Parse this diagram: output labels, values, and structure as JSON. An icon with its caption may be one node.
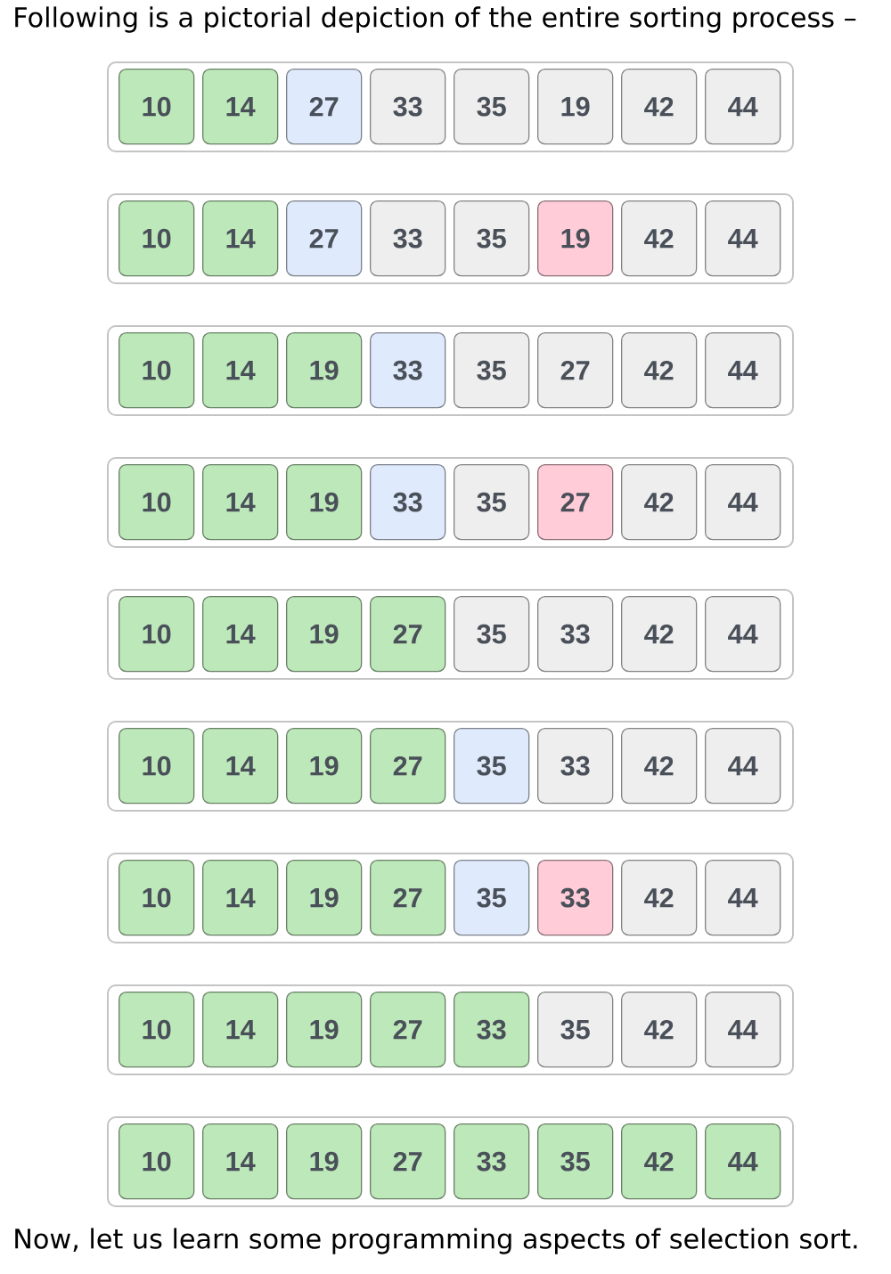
{
  "diagram": {
    "title": "Following is a pictorial depiction of the entire sorting process –",
    "caption": "Now, let us learn some programming aspects of selection sort.",
    "nodes": [
      {
        "text": [],
        "shape": "box"
      },
      {
        "text": [
          "10"
        ],
        "in": 0
      },
      {
        "text": [
          "14"
        ],
        "in": 0
      },
      {
        "text": [
          "27"
        ],
        "in": 0
      },
      {
        "text": [
          "33"
        ],
        "in": 0
      },
      {
        "text": [
          "35"
        ],
        "in": 0
      },
      {
        "text": [
          "19"
        ],
        "in": 0
      },
      {
        "text": [
          "42"
        ],
        "in": 0
      },
      {
        "text": [
          "44"
        ],
        "in": 0
      },
      {
        "text": [],
        "shape": "box"
      },
      {
        "text": [
          "10"
        ],
        "in": 9
      },
      {
        "text": [
          "14"
        ],
        "in": 9
      },
      {
        "text": [
          "27"
        ],
        "in": 9
      },
      {
        "text": [
          "33"
        ],
        "in": 9
      },
      {
        "text": [
          "35"
        ],
        "in": 9
      },
      {
        "text": [
          "19"
        ],
        "in": 9
      },
      {
        "text": [
          "42"
        ],
        "in": 9
      },
      {
        "text": [
          "44"
        ],
        "in": 9
      },
      {
        "text": [],
        "shape": "box"
      },
      {
        "text": [
          "10"
        ],
        "in": 18
      },
      {
        "text": [
          "14"
        ],
        "in": 18
      },
      {
        "text": [
          "19"
        ],
        "in": 18
      },
      {
        "text": [
          "33"
        ],
        "in": 18
      },
      {
        "text": [
          "35"
        ],
        "in": 18
      },
      {
        "text": [
          "27"
        ],
        "in": 18
      },
      {
        "text": [
          "42"
        ],
        "in": 18
      },
      {
        "text": [
          "44"
        ],
        "in": 18
      },
      {
        "text": [],
        "shape": "box"
      },
      {
        "text": [
          "10"
        ],
        "in": 27
      },
      {
        "text": [
          "14"
        ],
        "in": 27
      },
      {
        "text": [
          "19"
        ],
        "in": 27
      },
      {
        "text": [
          "33"
        ],
        "in": 27
      },
      {
        "text": [
          "35"
        ],
        "in": 27
      },
      {
        "text": [
          "27"
        ],
        "in": 27
      },
      {
        "text": [
          "42"
        ],
        "in": 27
      },
      {
        "text": [
          "44"
        ],
        "in": 27
      },
      {
        "text": [],
        "shape": "box"
      },
      {
        "text": [
          "10"
        ],
        "in": 36
      },
      {
        "text": [
          "14"
        ],
        "in": 36
      },
      {
        "text": [
          "19"
        ],
        "in": 36
      },
      {
        "text": [
          "27"
        ],
        "in": 36
      },
      {
        "text": [
          "35"
        ],
        "in": 36
      },
      {
        "text": [
          "33"
        ],
        "in": 36
      },
      {
        "text": [
          "42"
        ],
        "in": 36
      },
      {
        "text": [
          "44"
        ],
        "in": 36
      },
      {
        "text": [],
        "shape": "box"
      },
      {
        "text": [
          "10"
        ],
        "in": 45
      },
      {
        "text": [
          "14"
        ],
        "in": 45
      },
      {
        "text": [
          "19"
        ],
        "in": 45
      },
      {
        "text": [
          "27"
        ],
        "in": 45
      },
      {
        "text": [
          "35"
        ],
        "in": 45
      },
      {
        "text": [
          "33"
        ],
        "in": 45
      },
      {
        "text": [
          "42"
        ],
        "in": 45
      },
      {
        "text": [
          "44"
        ],
        "in": 45
      },
      {
        "text": [],
        "shape": "box"
      },
      {
        "text": [
          "10"
        ],
        "in": 54
      },
      {
        "text": [
          "14"
        ],
        "in": 54
      },
      {
        "text": [
          "19"
        ],
        "in": 54
      },
      {
        "text": [
          "27"
        ],
        "in": 54
      },
      {
        "text": [
          "35"
        ],
        "in": 54
      },
      {
        "text": [
          "33"
        ],
        "in": 54
      },
      {
        "text": [
          "42"
        ],
        "in": 54
      },
      {
        "text": [
          "44"
        ],
        "in": 54
      },
      {
        "text": [],
        "shape": "box"
      },
      {
        "text": [
          "10"
        ],
        "in": 63
      },
      {
        "text": [
          "14"
        ],
        "in": 63
      },
      {
        "text": [
          "19"
        ],
        "in": 63
      },
      {
        "text": [
          "27"
        ],
        "in": 63
      },
      {
        "text": [
          "33"
        ],
        "in": 63
      },
      {
        "text": [
          "35"
        ],
        "in": 63
      },
      {
        "text": [
          "42"
        ],
        "in": 63
      },
      {
        "text": [
          "44"
        ],
        "in": 63
      },
      {
        "text": [],
        "shape": "box"
      },
      {
        "text": [
          "10"
        ],
        "in": 72
      },
      {
        "text": [
          "14"
        ],
        "in": 72
      },
      {
        "text": [
          "19"
        ],
        "in": 72
      },
      {
        "text": [
          "27"
        ],
        "in": 72
      },
      {
        "text": [
          "33"
        ],
        "in": 72
      },
      {
        "text": [
          "35"
        ],
        "in": 72
      },
      {
        "text": [
          "42"
        ],
        "in": 72
      },
      {
        "text": [
          "44"
        ],
        "in": 72
      }
    ]
  }
}
